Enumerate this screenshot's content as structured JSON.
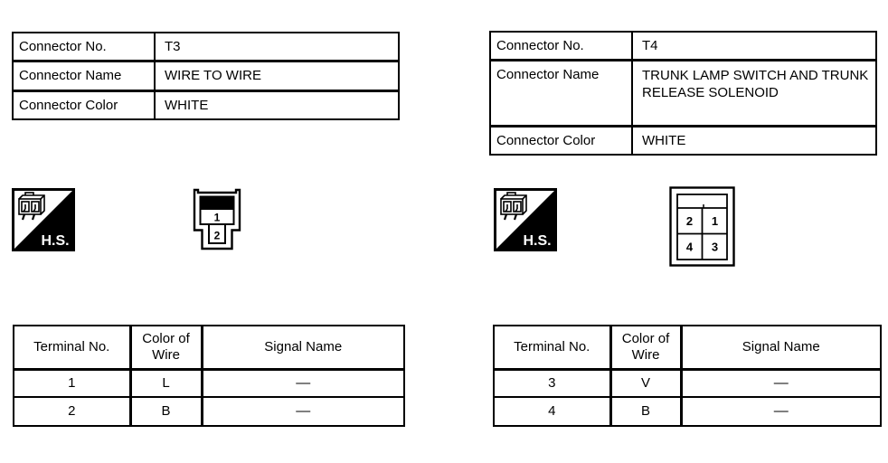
{
  "colors": {
    "ink": "#000000",
    "paper": "#ffffff"
  },
  "icons": {
    "hs_badge": "hs-badge-icon",
    "connector_glyph": "connector-glyph-icon"
  },
  "sections": [
    {
      "connector_no_label": "Connector No.",
      "connector_no": "T3",
      "connector_name_label": "Connector Name",
      "connector_name": "WIRE TO WIRE",
      "connector_color_label": "Connector Color",
      "connector_color": "WHITE",
      "hs_label": "H.S.",
      "pins": {
        "p1": "1",
        "p2": "2"
      },
      "terminal_table": {
        "headers": {
          "terminal": "Terminal No.",
          "color": "Color of Wire",
          "signal": "Signal Name"
        },
        "rows": [
          {
            "terminal": "1",
            "color": "L",
            "signal": "—"
          },
          {
            "terminal": "2",
            "color": "B",
            "signal": "—"
          }
        ]
      }
    },
    {
      "connector_no_label": "Connector No.",
      "connector_no": "T4",
      "connector_name_label": "Connector Name",
      "connector_name": "TRUNK LAMP SWITCH AND TRUNK RELEASE SOLENOID",
      "connector_color_label": "Connector Color",
      "connector_color": "WHITE",
      "hs_label": "H.S.",
      "pins": {
        "p1": "2",
        "p2": "1",
        "p3": "4",
        "p4": "3"
      },
      "terminal_table": {
        "headers": {
          "terminal": "Terminal No.",
          "color": "Color of Wire",
          "signal": "Signal Name"
        },
        "rows": [
          {
            "terminal": "3",
            "color": "V",
            "signal": "—"
          },
          {
            "terminal": "4",
            "color": "B",
            "signal": "—"
          }
        ]
      }
    }
  ]
}
